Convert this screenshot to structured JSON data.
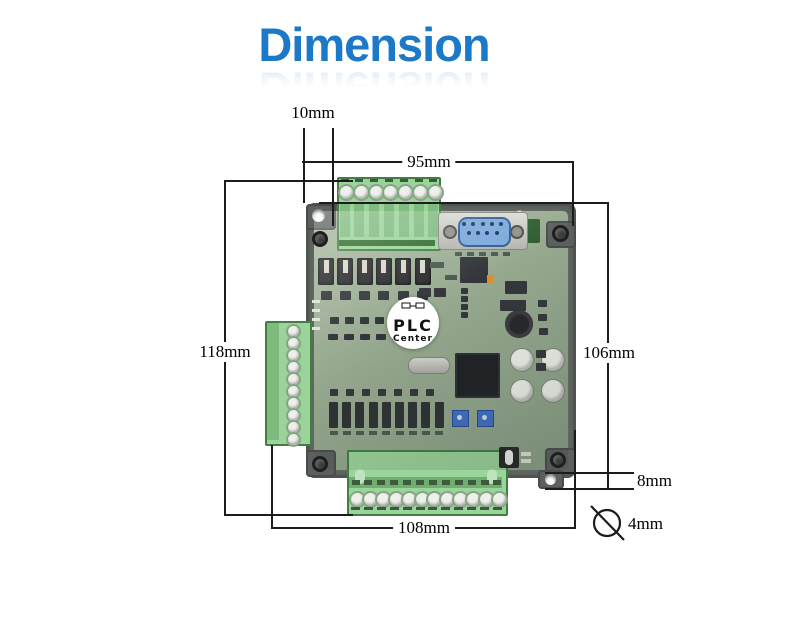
{
  "title": {
    "text": "Dimension"
  },
  "dimensions": {
    "top_offset": "10mm",
    "board_top_width": "95mm",
    "left_height": "118mm",
    "right_height": "106mm",
    "tab_height": "8mm",
    "bottom_width": "108mm",
    "mount_hole_diameter": "4mm"
  },
  "board_logo": {
    "line1": "PLC",
    "line2": "Center"
  },
  "colors": {
    "title_blue": "#1b79c8",
    "pcb_green": "#96a98f",
    "terminal_green": "#9bd49b",
    "case_gray": "#5b5f5d",
    "db9_blue": "#7aa8dc",
    "dimension_line": "#1c1c1c"
  }
}
